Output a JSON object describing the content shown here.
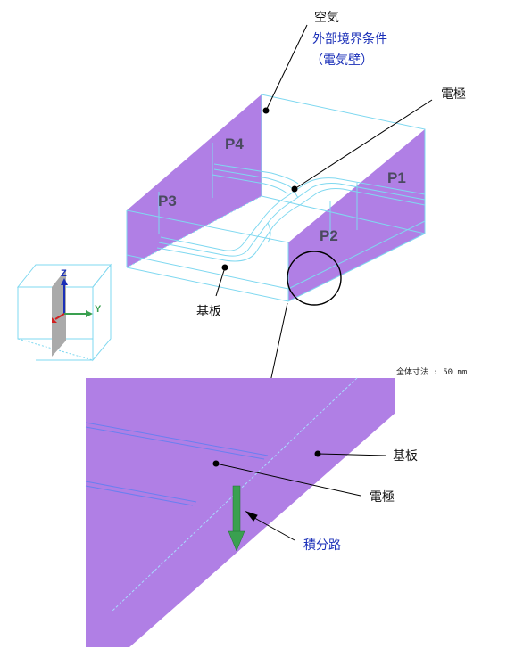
{
  "labels": {
    "air": "空気",
    "boundary_line1": "外部境界条件",
    "boundary_line2": "（電気壁）",
    "electrode_top": "電極",
    "substrate_top": "基板",
    "dimension_note": "全体寸法 : 50 mm",
    "substrate_zoom": "基板",
    "electrode_zoom": "電極",
    "integration_path": "積分路"
  },
  "ports": [
    "P1",
    "P2",
    "P3",
    "P4"
  ],
  "axes": {
    "z": "Z",
    "y": "Y"
  },
  "colors": {
    "port_face": "#b07fe5",
    "wire": "#7fd8f0",
    "label_blue": "#1a2fb8",
    "arrow_green": "#3aa050"
  }
}
